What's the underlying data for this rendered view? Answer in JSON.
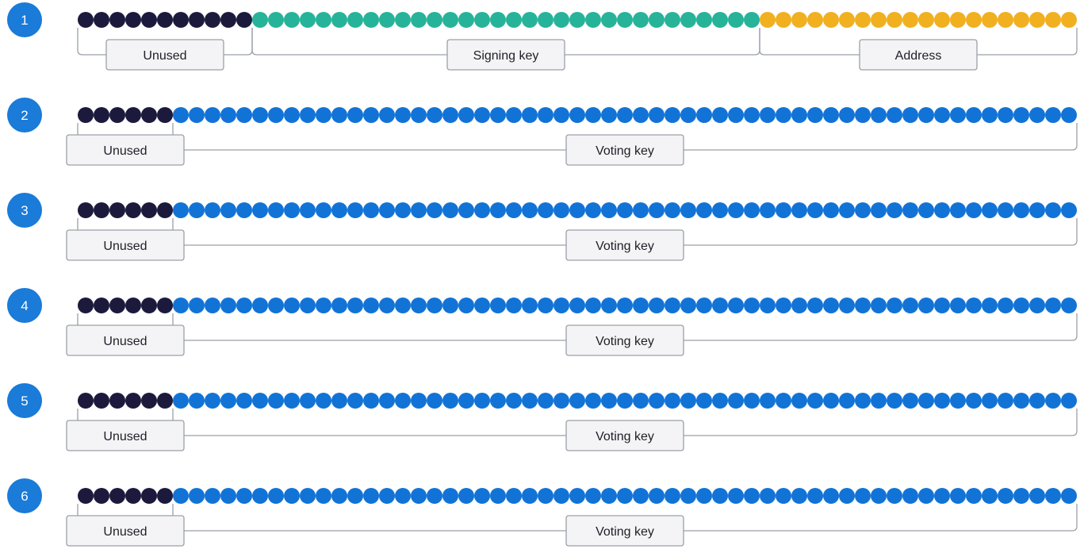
{
  "colors": {
    "unused": "#1c1a3c",
    "signing": "#27b39a",
    "address": "#f0b020",
    "voting": "#1273d6",
    "badge": "#1a7bd8",
    "bracket": "#9aa0a8",
    "label_bg": "#f4f4f6",
    "label_border": "#9aa0a8"
  },
  "rows": [
    {
      "number": "1",
      "segments": [
        {
          "name": "unused",
          "bytes": 11,
          "color_key": "unused",
          "label": "Unused"
        },
        {
          "name": "signing-key",
          "bytes": 32,
          "color_key": "signing",
          "label": "Signing key"
        },
        {
          "name": "address",
          "bytes": 20,
          "color_key": "address",
          "label": "Address"
        }
      ]
    },
    {
      "number": "2",
      "segments": [
        {
          "name": "unused",
          "bytes": 6,
          "color_key": "unused",
          "label": "Unused"
        },
        {
          "name": "voting-key",
          "bytes": 57,
          "color_key": "voting",
          "label": "Voting key"
        }
      ]
    },
    {
      "number": "3",
      "segments": [
        {
          "name": "unused",
          "bytes": 6,
          "color_key": "unused",
          "label": "Unused"
        },
        {
          "name": "voting-key",
          "bytes": 57,
          "color_key": "voting",
          "label": "Voting key"
        }
      ]
    },
    {
      "number": "4",
      "segments": [
        {
          "name": "unused",
          "bytes": 6,
          "color_key": "unused",
          "label": "Unused"
        },
        {
          "name": "voting-key",
          "bytes": 57,
          "color_key": "voting",
          "label": "Voting key"
        }
      ]
    },
    {
      "number": "5",
      "segments": [
        {
          "name": "unused",
          "bytes": 6,
          "color_key": "unused",
          "label": "Unused"
        },
        {
          "name": "voting-key",
          "bytes": 57,
          "color_key": "voting",
          "label": "Voting key"
        }
      ]
    },
    {
      "number": "6",
      "segments": [
        {
          "name": "unused",
          "bytes": 6,
          "color_key": "unused",
          "label": "Unused"
        },
        {
          "name": "voting-key",
          "bytes": 57,
          "color_key": "voting",
          "label": "Voting key"
        }
      ]
    }
  ]
}
